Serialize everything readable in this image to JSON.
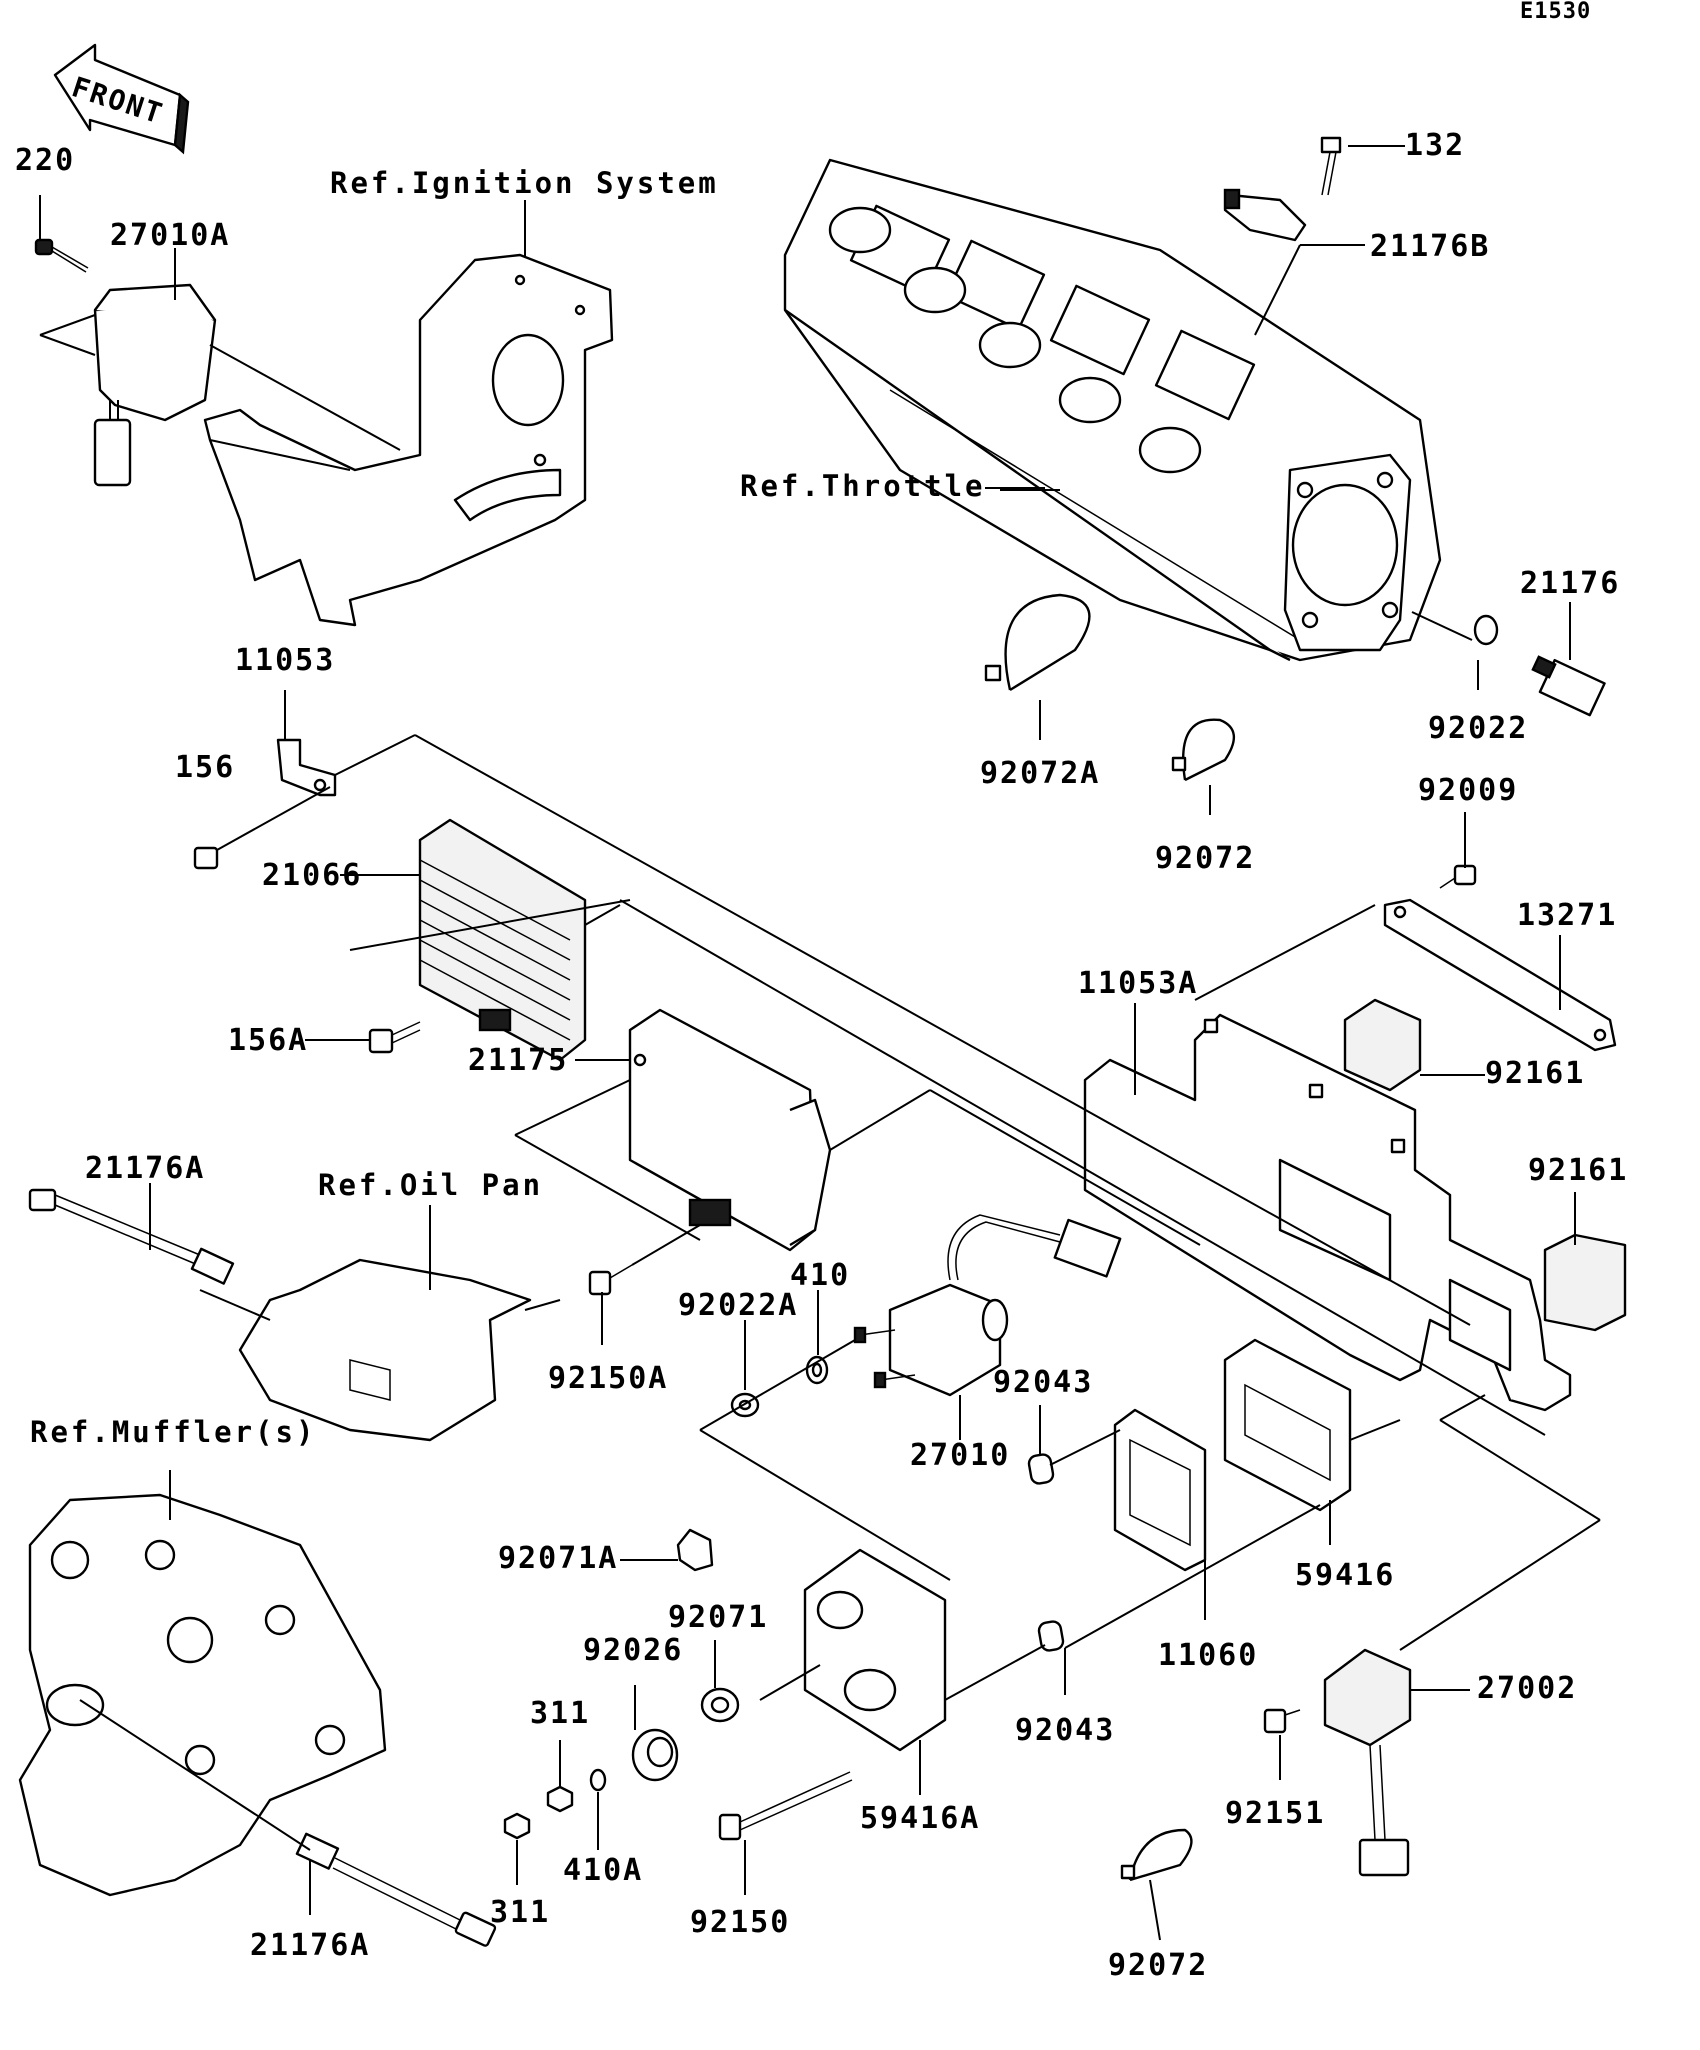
{
  "diagram": {
    "code": "E1530",
    "front_label": "FRONT",
    "references": {
      "ignition": "Ref.Ignition System",
      "throttle": "Ref.Throttle",
      "oil_pan": "Ref.Oil Pan",
      "muffler": "Ref.Muffler(s)"
    },
    "parts": {
      "p220": "220",
      "p27010A": "27010A",
      "p132": "132",
      "p21176B": "21176B",
      "p21176": "21176",
      "p92022": "92022",
      "p92072A": "92072A",
      "p92072_top": "92072",
      "p11053": "11053",
      "p156": "156",
      "p21066": "21066",
      "p156A": "156A",
      "p21175": "21175",
      "p92009": "92009",
      "p13271": "13271",
      "p11053A": "11053A",
      "p92161_a": "92161",
      "p92161_b": "92161",
      "p21176A_top": "21176A",
      "p410": "410",
      "p92022A": "92022A",
      "p92150A": "92150A",
      "p92043_a": "92043",
      "p27010": "27010",
      "p92071A": "92071A",
      "p59416": "59416",
      "p92071": "92071",
      "p92026": "92026",
      "p11060": "11060",
      "p311_a": "311",
      "p27002": "27002",
      "p92043_b": "92043",
      "p410A": "410A",
      "p59416A": "59416A",
      "p92151": "92151",
      "p311_b": "311",
      "p92150": "92150",
      "p21176A_bottom": "21176A",
      "p92072_bottom": "92072"
    }
  }
}
